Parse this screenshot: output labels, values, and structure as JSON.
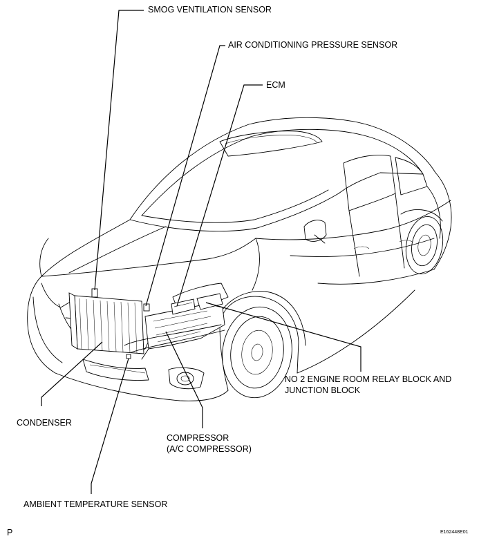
{
  "labels": {
    "smog": "SMOG VENTILATION SENSOR",
    "ac_pressure": "AIR CONDITIONING PRESSURE SENSOR",
    "ecm": "ECM",
    "relay_line1": "NO 2 ENGINE ROOM RELAY BLOCK AND",
    "relay_line2": "JUNCTION BLOCK",
    "condenser": "CONDENSER",
    "compressor_line1": "COMPRESSOR",
    "compressor_line2": "(A/C COMPRESSOR)",
    "ambient": "AMBIENT TEMPERATURE SENSOR",
    "page_letter": "P",
    "figure_code": "E162448E01"
  }
}
